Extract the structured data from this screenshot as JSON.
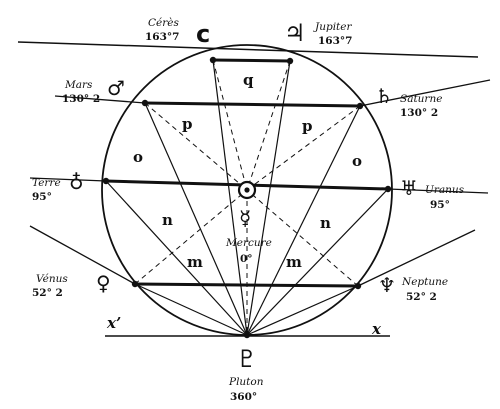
{
  "planets": {
    "ceres": {
      "name": "Cérès",
      "value": "163°7",
      "symbol": "c"
    },
    "jupiter": {
      "name": "Jupiter",
      "value": "163°7",
      "symbol": "♃"
    },
    "mars": {
      "name": "Mars",
      "value": "130° 2",
      "symbol": "♂"
    },
    "saturne": {
      "name": "Saturne",
      "value": "130° 2",
      "symbol": "♄"
    },
    "terre": {
      "name": "Terre",
      "value": "95°",
      "symbol": "♁"
    },
    "uranus": {
      "name": "Uranus",
      "value": "95°",
      "symbol": "♅"
    },
    "venus": {
      "name": "Vénus",
      "value": "52° 2",
      "symbol": "♀"
    },
    "neptune": {
      "name": "Neptune",
      "value": "52° 2",
      "symbol": "♆"
    },
    "mercure": {
      "name": "Mercure",
      "value": "0°",
      "symbol": "☿"
    },
    "pluton": {
      "name": "Pluton",
      "value": "360°",
      "symbol": "♇"
    },
    "soleil": {
      "symbol": "⊙"
    }
  },
  "zones": {
    "q": "q",
    "p_left": "p",
    "p_right": "p",
    "o_left": "o",
    "o_right": "o",
    "n_left": "n",
    "n_right": "n",
    "m_left": "m",
    "m_right": "m"
  },
  "axes": {
    "x_prime": "x’",
    "x": "x"
  }
}
